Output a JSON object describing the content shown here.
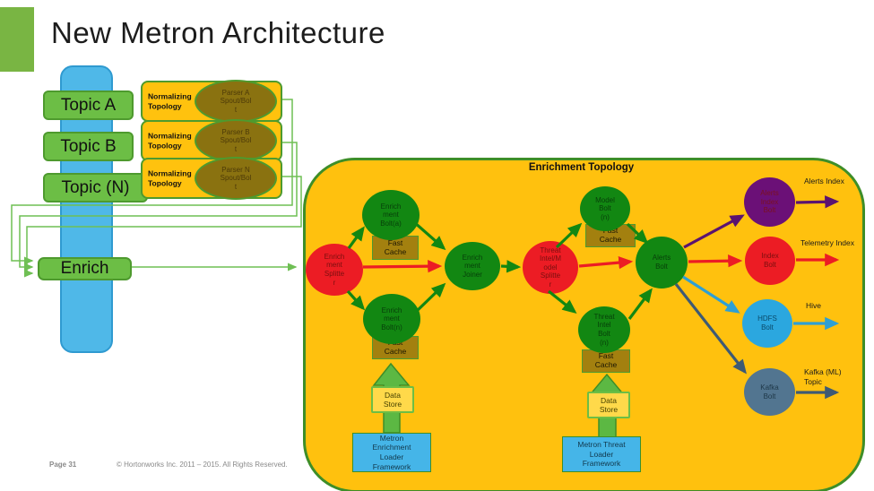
{
  "slide": {
    "title": "New Metron Architecture",
    "page_label": "Page 31",
    "copyright": "© Hortonworks Inc. 2011 – 2015. All Rights Reserved."
  },
  "pipeline": {
    "topics": [
      "Topic A",
      "Topic B",
      "Topic (N)"
    ],
    "enrich": "Enrich"
  },
  "normalizing": {
    "label": "Normalizing\nTopology",
    "parsers": [
      "Parser A\nSpout/Bol\nt",
      "Parser B\nSpout/Bol\nt",
      "Parser N\nSpout/Bol\nt"
    ]
  },
  "topology": {
    "title": "Enrichment Topology",
    "nodes": {
      "enrichment_splitter": "Enrich\nment\nSplitte\nr",
      "enrichment_bolt_a": "Enrich\nment\nBolt(a)",
      "enrichment_bolt_n": "Enrich\nment\nBolt(n)",
      "enrichment_joiner": "Enrich\nment\nJoiner",
      "threat_splitter": "Threat\nIntel/M\nodel\nSplitte\nr",
      "model_bolt": "Model\nBolt\n(n)",
      "threat_intel_bolt": "Threat\nIntel\nBolt\n(n)",
      "alerts_bolt": "Alerts\nBolt",
      "alerts_index_bolt": "Alerts\nIndex\nBolt",
      "index_bolt": "Index\nBolt",
      "hdfs_bolt": "HDFS\nBolt",
      "kafka_bolt": "Kafka\nBolt"
    },
    "fast_cache": "Fast\nCache",
    "data_store": "Data\nStore",
    "enrichment_loader": "Metron\nEnrichment\nLoader\nFramework",
    "threat_loader": "Metron Threat\nLoader\nFramework",
    "outputs": [
      "Alerts Index",
      "Telemetry Index",
      "Hive",
      "Kafka (ML)\nTopic"
    ]
  },
  "colors": {
    "accent_green": "#79B543",
    "amber": "#FFC10E",
    "bus_blue": "#4FB8E8",
    "node_red": "#EC1C24",
    "node_green": "#128712",
    "node_purple": "#6B1077",
    "node_blue": "#2BA7DF",
    "node_slate": "#527590",
    "border_green": "#3E8E28"
  }
}
